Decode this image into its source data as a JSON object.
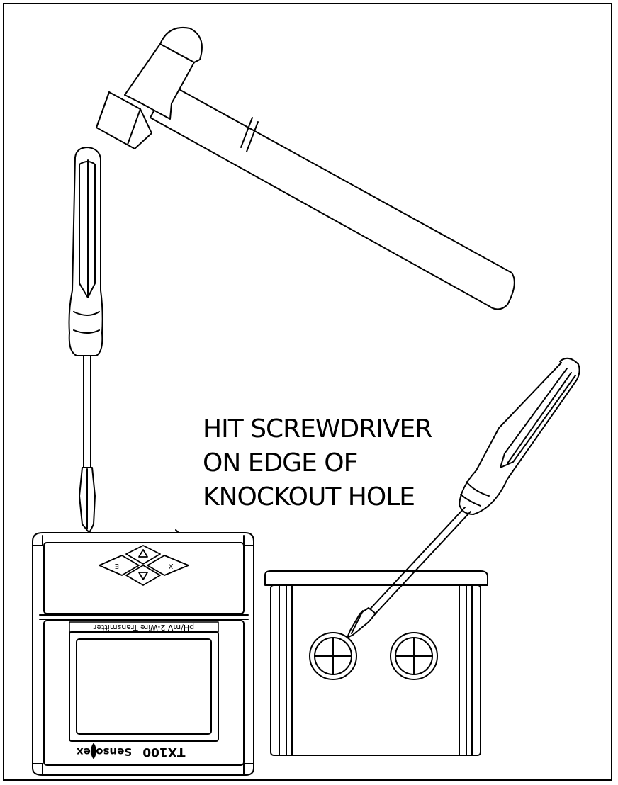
{
  "instruction": {
    "line1": "HIT SCREWDRIVER",
    "line2": "ON EDGE OF",
    "line3": "KNOCKOUT HOLE"
  },
  "device": {
    "label": "pH/mV 2-Wire Transmitter",
    "brand": "Sensorex",
    "model": "TX100"
  },
  "keypad": {
    "left_key": "E",
    "right_key": "X"
  },
  "colors": {
    "line": "#000000",
    "background": "#ffffff"
  }
}
